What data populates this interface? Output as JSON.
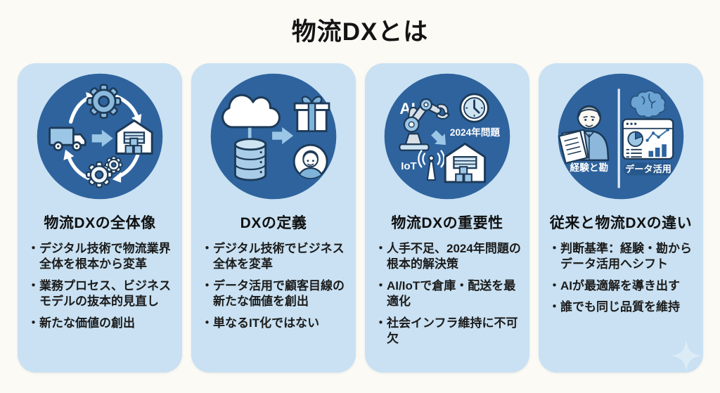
{
  "page": {
    "title": "物流DXとは",
    "bullet_char": "・"
  },
  "cards": [
    {
      "title": "物流DXの全体像",
      "bullets": [
        "デジタル技術で物流業界全体を根本から変革",
        "業務プロセス、ビジネスモデルの抜本的見直し",
        "新たな価値の創出"
      ]
    },
    {
      "title": "DXの定義",
      "bullets": [
        "デジタル技術でビジネス全体を変革",
        "データ活用で顧客目線の新たな価値を創出",
        "単なるIT化ではない"
      ]
    },
    {
      "title": "物流DXの重要性",
      "icon_labels": {
        "ai": "AI",
        "iot": "IoT",
        "year_problem": "2024年問題"
      },
      "bullets": [
        "人手不足、2024年問題の根本的解決策",
        "AI/IoTで倉庫・配送を最適化",
        "社会インフラ維持に不可欠"
      ]
    },
    {
      "title": "従来と物流DXの違い",
      "icon_labels": {
        "traditional": "経験と勘",
        "dx": "データ活用"
      },
      "bullets": [
        "判断基準：経験・勘からデータ活用へシフト",
        "AIが最適解を導き出す",
        "誰でも同じ品質を維持"
      ]
    }
  ],
  "colors": {
    "page_bg": "#fcfaf5",
    "card_bg": "#c9e1f2",
    "circle_bg": "#2e639e",
    "accent_light_blue": "#9cc6e6",
    "pale_blue": "#cfe4f2",
    "outline_navy": "#1d3a57",
    "text": "#1b1b1b"
  }
}
